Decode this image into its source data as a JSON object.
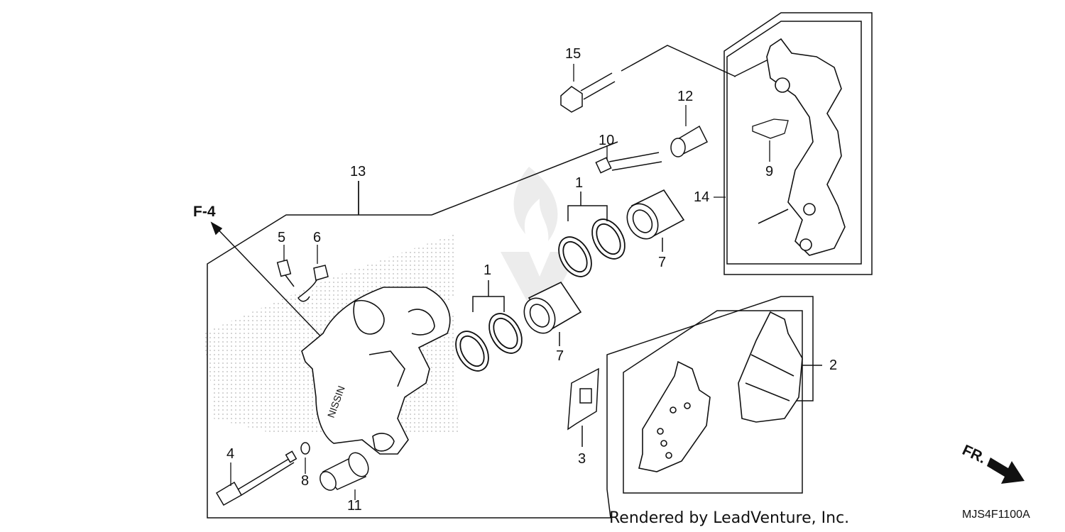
{
  "diagram": {
    "callouts": {
      "c1a": "1",
      "c1b": "1",
      "c2": "2",
      "c3": "3",
      "c4": "4",
      "c5": "5",
      "c6": "6",
      "c7a": "7",
      "c7b": "7",
      "c8": "8",
      "c9": "9",
      "c10": "10",
      "c11": "11",
      "c12": "12",
      "c13": "13",
      "c14": "14",
      "c15": "15"
    },
    "ref_marker": "F-4",
    "front_marker": "FR.",
    "credit": "Rendered by LeadVenture, Inc.",
    "diagram_code": "MJS4F1100A",
    "watermark": "LEADVENTURE",
    "caliper_text": "NISSIN"
  },
  "colors": {
    "line": "#111111",
    "watermark": "#e6e6e6",
    "dots": "#cfcfcf"
  }
}
